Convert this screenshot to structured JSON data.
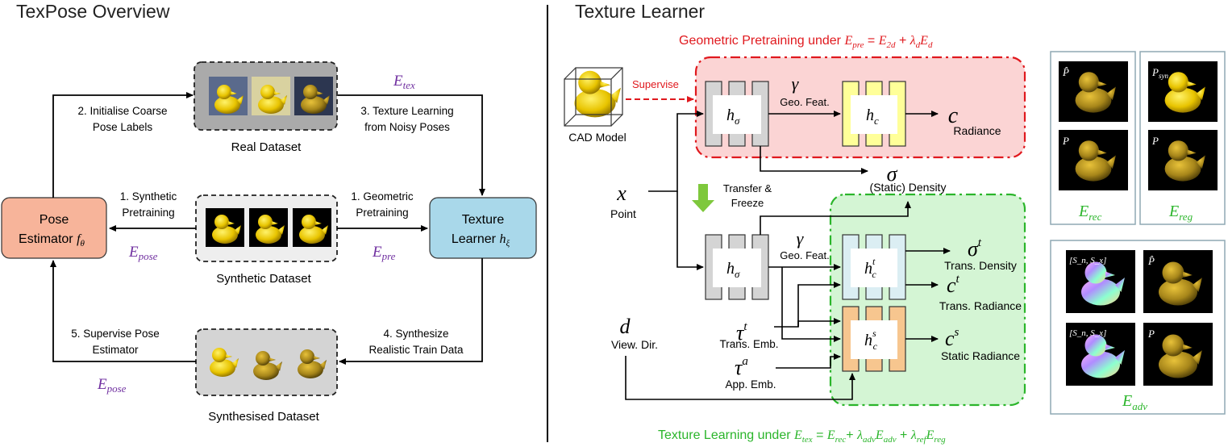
{
  "left_panel": {
    "title": "TexPose Overview",
    "pose_estimator": {
      "line1": "Pose",
      "line2": "Estimator",
      "symbol": "f",
      "subscript": "θ"
    },
    "texture_learner": {
      "line1": "Texture",
      "line2": "Learner",
      "symbol": "h",
      "subscript": "ξ"
    },
    "real_dataset": "Real Dataset",
    "synthetic_dataset": "Synthetic Dataset",
    "synthesised_dataset": "Synthesised Dataset",
    "step2": [
      "2. Initialise Coarse",
      "Pose Labels"
    ],
    "step3": [
      "3. Texture Learning",
      "from Noisy Poses"
    ],
    "step1a": [
      "1. Synthetic",
      "Pretraining"
    ],
    "step1b": [
      "1. Geometric",
      "Pretraining"
    ],
    "step5": [
      "5. Supervise Pose",
      "Estimator"
    ],
    "step4": [
      "4. Synthesize",
      "Realistic Train Data"
    ],
    "e_tex": {
      "sym": "E",
      "sub": "tex"
    },
    "e_pose_mid": {
      "sym": "E",
      "sub": "pose"
    },
    "e_pre": {
      "sym": "E",
      "sub": "pre"
    },
    "e_pose_bottom": {
      "sym": "E",
      "sub": "pose"
    }
  },
  "right_panel": {
    "title": "Texture Learner",
    "geo_title": "Geometric Pretraining under",
    "geo_eq": "E_pre = E_2d + λ_d E_d",
    "tex_title": "Texture Learning under",
    "tex_eq": "E_tex = E_rec + λ_adv E_adv + λ_ref E_reg",
    "cad_model": "CAD Model",
    "supervise": "Supervise",
    "transfer": [
      "Transfer &",
      "Freeze"
    ],
    "point_sym": "x",
    "point_label": "Point",
    "view_sym": "d",
    "view_label": "View. Dir.",
    "h_sigma": {
      "sym": "h",
      "sub": "σ"
    },
    "h_c": {
      "sym": "h",
      "sub": "c"
    },
    "h_ct": {
      "sym": "h",
      "sub": "c",
      "sup": "t"
    },
    "h_cs": {
      "sym": "h",
      "sub": "c",
      "sup": "s"
    },
    "gamma": "γ",
    "geo_feat": "Geo. Feat.",
    "c_sym": "c",
    "radiance": "Radiance",
    "sigma_sym": "σ",
    "static_density": "(Static) Density",
    "sigma_t": {
      "sym": "σ",
      "sup": "t"
    },
    "trans_density": "Trans. Density",
    "c_t": {
      "sym": "c",
      "sup": "t"
    },
    "trans_radiance": "Trans. Radiance",
    "c_s": {
      "sym": "c",
      "sup": "s"
    },
    "static_radiance": "Static Radiance",
    "tau_t": {
      "sym": "τ",
      "sup": "t"
    },
    "trans_emb": "Trans. Emb.",
    "tau_a": {
      "sym": "τ",
      "sup": "a"
    },
    "app_emb": "App. Emb."
  },
  "loss_panels": {
    "p_hat": "P̂",
    "p": "P",
    "p_syn": {
      "sym": "P",
      "sub": "syn"
    },
    "s_label": "[S_n, S_x]",
    "e_rec": {
      "sym": "E",
      "sub": "rec"
    },
    "e_reg": {
      "sym": "E",
      "sub": "reg"
    },
    "e_adv": {
      "sym": "E",
      "sub": "adv"
    }
  },
  "colors": {
    "pose_estimator": "#f7b49a",
    "texture_learner": "#a9d8ea",
    "geo_box": "#fbd4d4",
    "geo_border": "#e0191e",
    "tex_box": "#d4f5d4",
    "tex_border": "#2bb52b",
    "purple": "#7030a0",
    "block_gray": "#d4d4d4",
    "block_yellow": "#ffff99",
    "block_blue": "#dbeef3",
    "block_orange": "#f7c68f",
    "loss_border": "#8fa8b4"
  }
}
